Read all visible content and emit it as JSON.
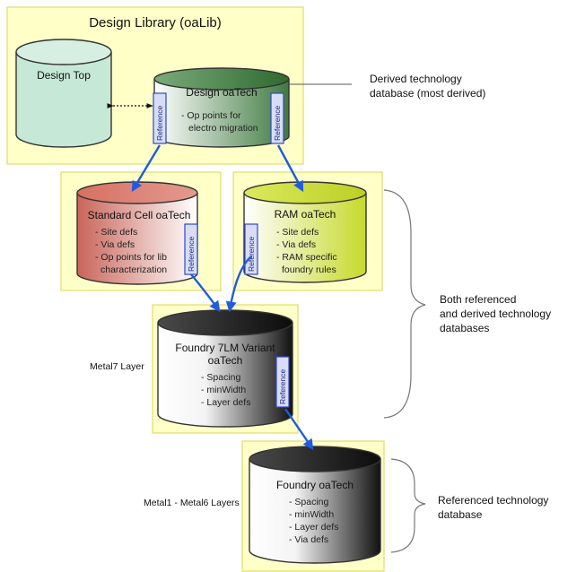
{
  "library": {
    "title": "Design Library (oaLib)"
  },
  "design_top": {
    "title": "Design Top"
  },
  "design_oatech": {
    "title": "Design oaTech",
    "bullets": [
      "- Op points for",
      "electro migration"
    ]
  },
  "derived_note": {
    "line1": "Derived technology",
    "line2": "database (most derived)"
  },
  "std_cell": {
    "title": "Standard Cell oaTech",
    "bullets": [
      "- Site defs",
      "- Via defs",
      "- Op points for lib",
      "characterization"
    ]
  },
  "ram": {
    "title": "RAM oaTech",
    "bullets": [
      "- Site defs",
      "- Via defs",
      "- RAM specific",
      "foundry rules"
    ]
  },
  "both_note": {
    "line1": "Both referenced",
    "line2": "and derived technology",
    "line3": "databases"
  },
  "foundry_variant": {
    "title_line1": "Foundry 7LM Variant",
    "title_line2": "oaTech",
    "bullets": [
      "- Spacing",
      "- minWidth",
      "- Layer defs"
    ],
    "side_label": "Metal7 Layer"
  },
  "foundry": {
    "title": "Foundry oaTech",
    "bullets": [
      "- Spacing",
      "- minWidth",
      "- Layer defs",
      "- Via defs"
    ],
    "side_label": "Metal1 - Metal6 Layers"
  },
  "referenced_note": {
    "line1": "Referenced technology",
    "line2": "database"
  },
  "reference_label": "Reference",
  "colors": {
    "arrow": "#1f5be0",
    "box_fill": "#ffffc8",
    "box_border": "#e2dc6a"
  }
}
